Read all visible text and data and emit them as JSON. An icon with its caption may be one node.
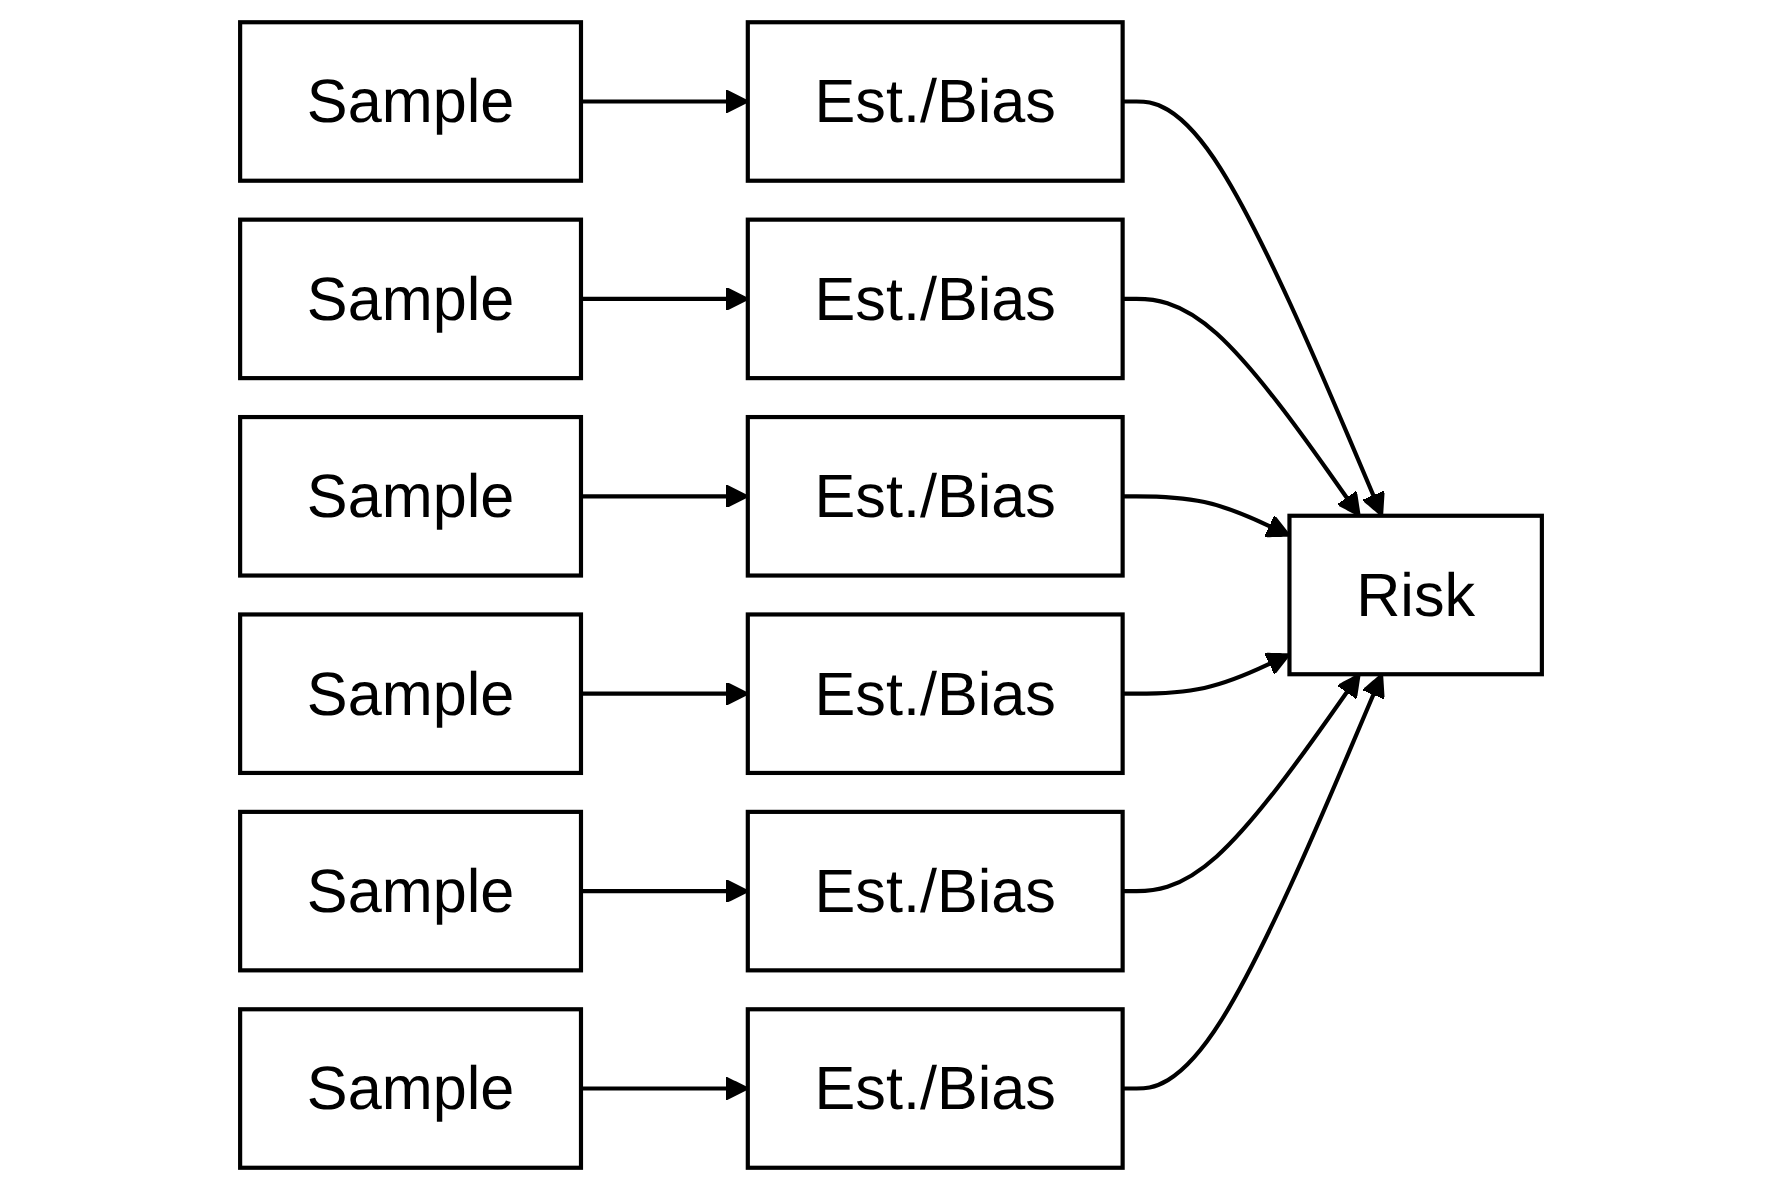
{
  "diagram": {
    "nodes": [
      {
        "text": [
          "Sample"
        ]
      },
      {
        "text": [
          "Est./Bias"
        ]
      },
      {
        "text": [
          "Sample"
        ]
      },
      {
        "text": [
          "Est./Bias"
        ]
      },
      {
        "text": [
          "Sample"
        ]
      },
      {
        "text": [
          "Est./Bias"
        ]
      },
      {
        "text": [
          "Sample"
        ]
      },
      {
        "text": [
          "Est./Bias"
        ]
      },
      {
        "text": [
          "Sample"
        ]
      },
      {
        "text": [
          "Est./Bias"
        ]
      },
      {
        "text": [
          "Sample"
        ]
      },
      {
        "text": [
          "Est./Bias"
        ]
      },
      {
        "text": [
          "Risk"
        ]
      }
    ],
    "edges": [
      {
        "from": 0,
        "to": 1,
        "arrow": "to"
      },
      {
        "from": 2,
        "to": 3,
        "arrow": "to"
      },
      {
        "from": 4,
        "to": 5,
        "arrow": "to"
      },
      {
        "from": 6,
        "to": 7,
        "arrow": "to"
      },
      {
        "from": 8,
        "to": 9,
        "arrow": "to"
      },
      {
        "from": 10,
        "to": 11,
        "arrow": "to"
      },
      {
        "from": 1,
        "to": 12,
        "arrow": "to"
      },
      {
        "from": 3,
        "to": 12,
        "arrow": "to"
      },
      {
        "from": 5,
        "to": 12,
        "arrow": "to"
      },
      {
        "from": 7,
        "to": 12,
        "arrow": "to"
      },
      {
        "from": 9,
        "to": 12,
        "arrow": "to"
      },
      {
        "from": 11,
        "to": 12,
        "arrow": "to"
      }
    ]
  }
}
